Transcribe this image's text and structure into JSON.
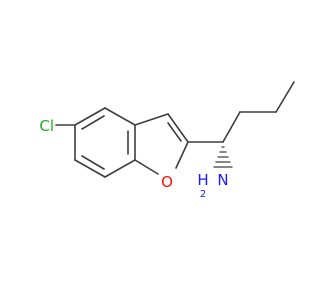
{
  "colors": {
    "background": "#ffffff",
    "bond": "#3d3d3d",
    "chlorine": "#1db21d",
    "oxygen": "#ff0d0d",
    "nitrogen": "#1a1aff"
  },
  "atoms": {
    "chlorine": {
      "label": "Cl"
    },
    "oxygen": {
      "label": "O"
    },
    "amine_h": {
      "label": "H"
    },
    "amine_n": {
      "label": "N"
    },
    "amine_sub": {
      "label": "2"
    }
  }
}
